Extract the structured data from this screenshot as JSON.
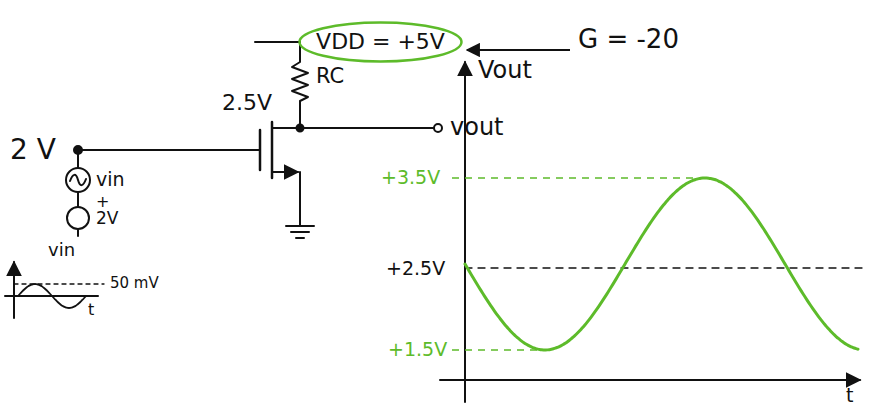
{
  "diagram": {
    "nodes": [
      {
        "text": [
          "VDD = +5V"
        ]
      }
    ],
    "labels": [
      "G = -20",
      "2.5V",
      "RC",
      "vout",
      "2 V",
      "vin",
      "+",
      "2V",
      "vin",
      "50 mV",
      "t",
      "Vout",
      "+3.5V",
      "+2.5V",
      "+1.5V",
      "t"
    ]
  }
}
